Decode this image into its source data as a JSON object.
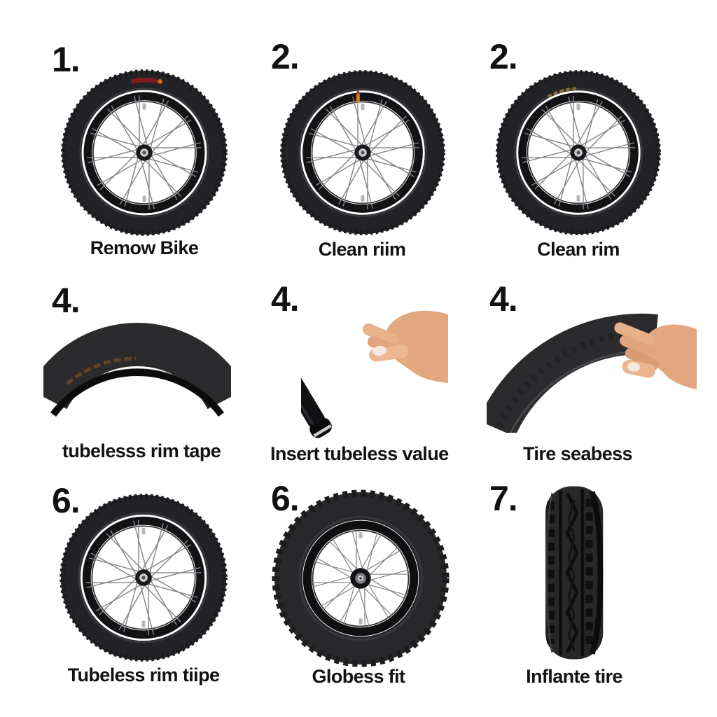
{
  "page": {
    "background": "#ffffff"
  },
  "colors": {
    "text": "#131313",
    "tire_dark": "#232327",
    "rim_dark": "#131315",
    "spoke_gray": "#85858a",
    "pump_cyan": "#2cb3e8",
    "valve_orange": "#d97c1f",
    "tire_label_red": "#7e1d1d",
    "tire_label_gold": "#6e4b26",
    "hand_skin": "#e4a880"
  },
  "cells": [
    {
      "number": "1.",
      "caption": "Remow Bike",
      "image": "bike-wheel-with-red-label"
    },
    {
      "number": "2.",
      "caption": "Clean riim",
      "image": "bike-wheel-with-orange-valve"
    },
    {
      "number": "2.",
      "caption": "Clean rim",
      "image": "bike-wheel-with-gold-label"
    },
    {
      "number": "4.",
      "caption": "tubelesss rim tape",
      "image": "tire-tread-arc"
    },
    {
      "number": "4.",
      "caption": "Insert tubeless value",
      "image": "hand-with-tubeless-valve-pump"
    },
    {
      "number": "4.",
      "caption": "Tire seabess",
      "image": "hand-gripping-tire-arc"
    },
    {
      "number": "6.",
      "caption": "Tubeless rim tiipe",
      "image": "bike-wheel-plain"
    },
    {
      "number": "6.",
      "caption": "Globess fit",
      "image": "knobby-bike-wheel"
    },
    {
      "number": "7.",
      "caption": "Inflante tire",
      "image": "car-tire-front-view"
    }
  ]
}
